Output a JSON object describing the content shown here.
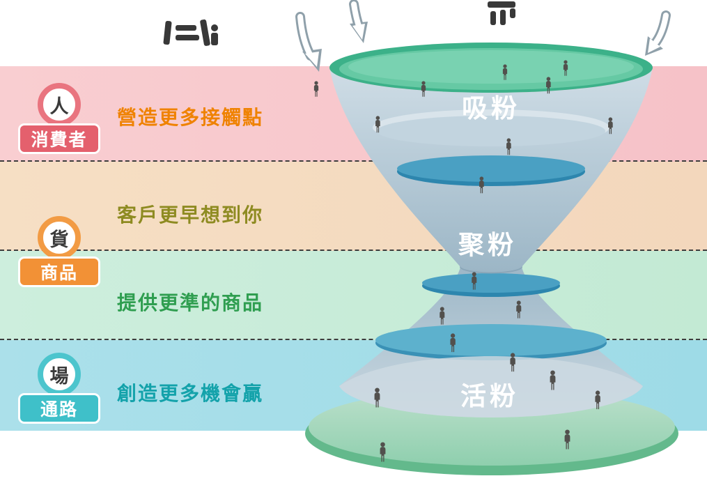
{
  "diagram": {
    "kind": "marketing-hourglass-funnel",
    "language": "zh-TW"
  },
  "rows": [
    {
      "text": "營造更多接觸點",
      "text_color": "#ef8200",
      "band_color": "#f8cacd"
    },
    {
      "text": "客戶更早想到你",
      "text_color": "#8e8b21",
      "band_color": "#f5dcc0"
    },
    {
      "text": "提供更準的商品",
      "text_color": "#2f9e50",
      "band_color": "#c9ecd9"
    },
    {
      "text": "創造更多機會贏",
      "text_color": "#13a2aa",
      "band_color": "#a5dee9"
    }
  ],
  "badges": [
    {
      "char": "人",
      "label": "消費者",
      "color": "#e4606d"
    },
    {
      "char": "貨",
      "label": "商品",
      "color": "#f29136"
    },
    {
      "char": "場",
      "label": "通路",
      "color": "#3fc0c9"
    }
  ],
  "funnel": {
    "stages": [
      {
        "label": "吸粉"
      },
      {
        "label": "聚粉"
      },
      {
        "label": "活粉"
      }
    ],
    "colors": {
      "top_rim": "#3cb189",
      "cone_body": "#b6cbd8",
      "ring_band": "#2d86ae",
      "base": "#a8d7ba"
    },
    "persons": [
      [
        448,
        116,
        0.8
      ],
      [
        536,
        166,
        0.85
      ],
      [
        602,
        116,
        0.8
      ],
      [
        719,
        92,
        0.8
      ],
      [
        781,
        110,
        0.85
      ],
      [
        806,
        86,
        0.8
      ],
      [
        870,
        168,
        0.85
      ],
      [
        724,
        198,
        0.85
      ],
      [
        685,
        253,
        0.85
      ],
      [
        674,
        390,
        0.9
      ],
      [
        628,
        440,
        0.9
      ],
      [
        738,
        431,
        0.9
      ],
      [
        643,
        478,
        0.95
      ],
      [
        729,
        506,
        0.95
      ],
      [
        534,
        556,
        1.0
      ],
      [
        786,
        531,
        1.0
      ],
      [
        851,
        560,
        0.95
      ],
      [
        542,
        634,
        1.0
      ],
      [
        807,
        616,
        1.0
      ]
    ]
  },
  "icons": {
    "person": "person-silhouette",
    "arrow_left": "curved-down-arrow",
    "arrow_center": "curved-down-arrow",
    "arrow_right": "curved-down-arrow",
    "decoration_left": "cropped-glyph-fragment",
    "decoration_top": "cropped-glyph-fragment"
  }
}
